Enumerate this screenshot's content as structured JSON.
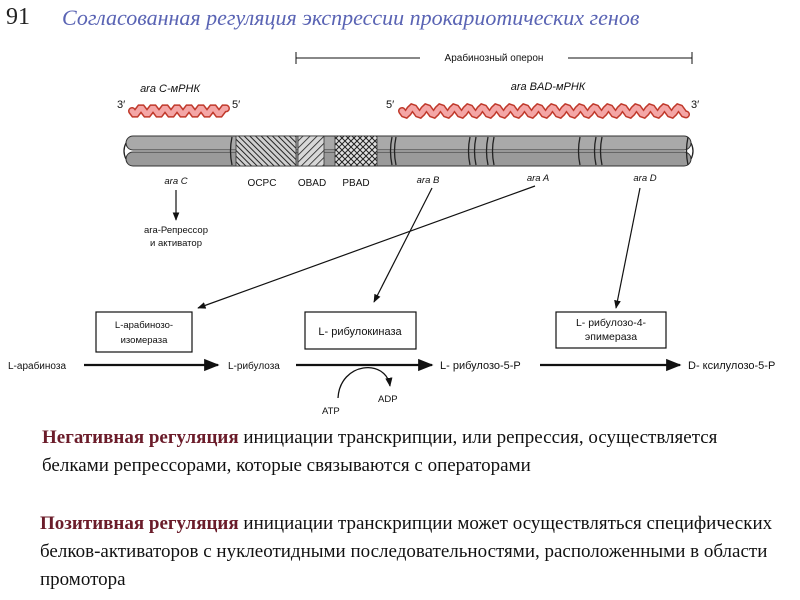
{
  "slide": {
    "number": "91",
    "title": "Согласованная регуляция экспрессии прокариотических генов"
  },
  "diagram": {
    "operon_label": "Арабинозный оперон",
    "mrna_c": {
      "label": "ara C-мРНК",
      "end3": "3′",
      "end5": "5′"
    },
    "mrna_bad": {
      "label": "ara BAD-мРНК",
      "end5": "5′",
      "end3": "3′"
    },
    "gene_labels": {
      "araC": "ara C",
      "ocpc": "OCPC",
      "obad": "OBAD",
      "pbad": "PBAD",
      "araB": "ara B",
      "araA": "ara A",
      "araD": "ara D"
    },
    "repressor_label": [
      "ara-Репрессор",
      "и активатор"
    ],
    "enzymes": {
      "isomerase": [
        "L-арабинозо-",
        "изомераза"
      ],
      "kinase": "L- рибулокиназа",
      "epimerase": [
        "L- рибулозо-4-",
        "эпимераза"
      ]
    },
    "metabolites": {
      "arabinose": "L-арабиноза",
      "ribulose": "L-рибулоза",
      "ribulose5p": "L- рибулозо-5-P",
      "xylulose5p": "D- ксилулозо-5-P"
    },
    "cofactors": {
      "atp": "ATP",
      "adp": "ADP"
    }
  },
  "text": {
    "negative": {
      "bold": "Негативная регуляция",
      "rest": " инициации транскрипции, или репрессия, осуществляется белками репрессорами, которые связываются с операторами"
    },
    "positive": {
      "bold": "Позитивная регуляция",
      "rest": " инициации транскрипции может осуществляться специфических белков-активаторов с нуклеотидными последовательностями, расположенными в области промотора"
    }
  }
}
